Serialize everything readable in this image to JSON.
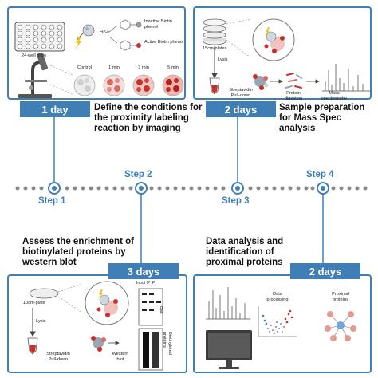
{
  "panel1": {
    "day": "1 day",
    "description": "Define the conditions for the proximity labeling reaction by imaging",
    "plate_label": "24-well plate",
    "h2o2": "H₂O₂",
    "inactive": "Inactive Biotin phenol",
    "active": "Active Biotin phenol",
    "time_labels": [
      "Control",
      "1 min",
      "3 min",
      "5 min"
    ]
  },
  "panel2": {
    "day": "2 days",
    "description": "Sample preparation for Mass Spec analysis",
    "plate_label": "15cm-plates",
    "lysis": "Lysis",
    "pulldown": "Streptavidin Pull-down",
    "digestion": "Protein digestion",
    "mass_spec": "Mass spectrometry"
  },
  "timeline": {
    "steps": [
      "Step 1",
      "Step 2",
      "Step 3",
      "Step 4"
    ]
  },
  "panel3": {
    "day": "3 days",
    "description": "Assess the enrichment of biotinylated proteins by western blot",
    "plate_label": "10cm-plate",
    "lysis": "Lysis",
    "pulldown": "Streptavidin Pull-down",
    "western": "Western blot",
    "blot_header": "Input IP IP",
    "bait": "Bait",
    "biotinylated": "Biotinylated proteins"
  },
  "panel4": {
    "day": "2 days",
    "description": "Data analysis and identification of proximal proteins",
    "processing": "Data processing",
    "proximal": "Proximal proteins"
  },
  "colors": {
    "accent": "#3f7fb6",
    "dots": "#8a8a8a",
    "red": "#c9302c",
    "cell": "#f2c1bd"
  }
}
